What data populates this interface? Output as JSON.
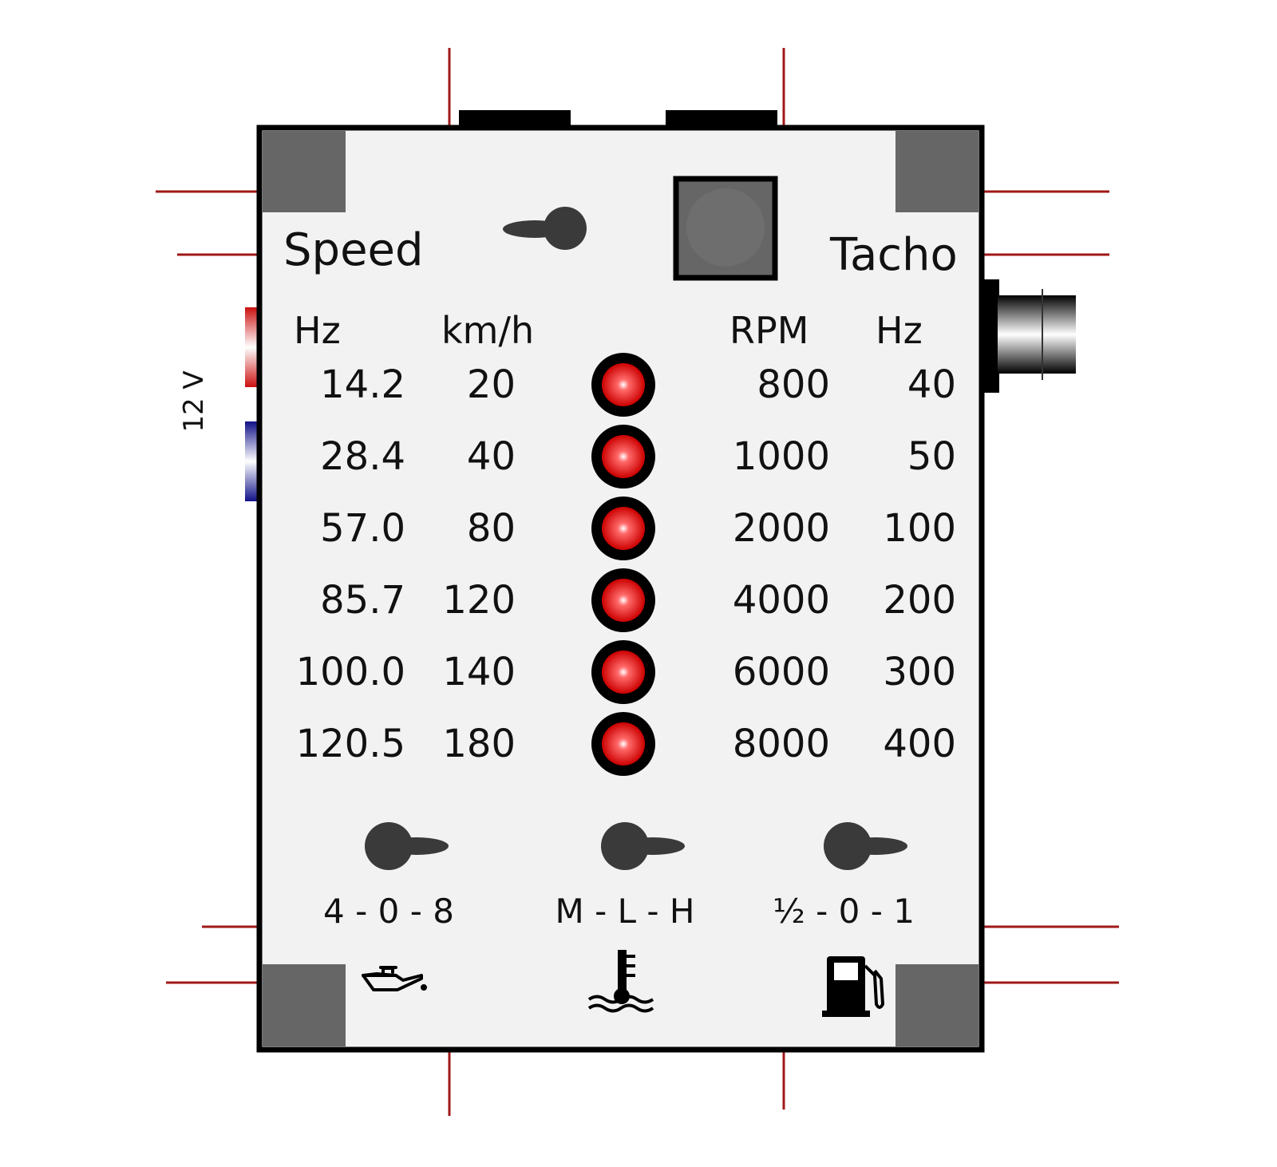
{
  "panel": {
    "power_label": "12 V",
    "speed": {
      "title": "Speed",
      "col_hz": "Hz",
      "col_kmh": "km/h",
      "hz_values": [
        "14.2",
        "28.4",
        "57.0",
        "85.7",
        "100.0",
        "120.5"
      ],
      "kmh_values": [
        "20",
        "40",
        "80",
        "120",
        "140",
        "180"
      ]
    },
    "tacho": {
      "title": "Tacho",
      "col_rpm": "RPM",
      "col_hz": "Hz",
      "rpm_values": [
        "800",
        "1000",
        "2000",
        "4000",
        "6000",
        "8000"
      ],
      "hz_values": [
        "40",
        "50",
        "100",
        "200",
        "300",
        "400"
      ]
    },
    "switches": [
      {
        "label": "4 - 0 - 8",
        "icon": "oil-can-icon"
      },
      {
        "label": "M - L - H",
        "icon": "coolant-temperature-icon"
      },
      {
        "label": "½ - 0 - 1",
        "icon": "fuel-pump-icon"
      }
    ],
    "colors": {
      "panel_fill": "#f2f2f2",
      "corner_pad": "#666666",
      "led_red": "#cc0000",
      "wire_red": "#a01818",
      "knob": "#3a3a3a"
    }
  }
}
